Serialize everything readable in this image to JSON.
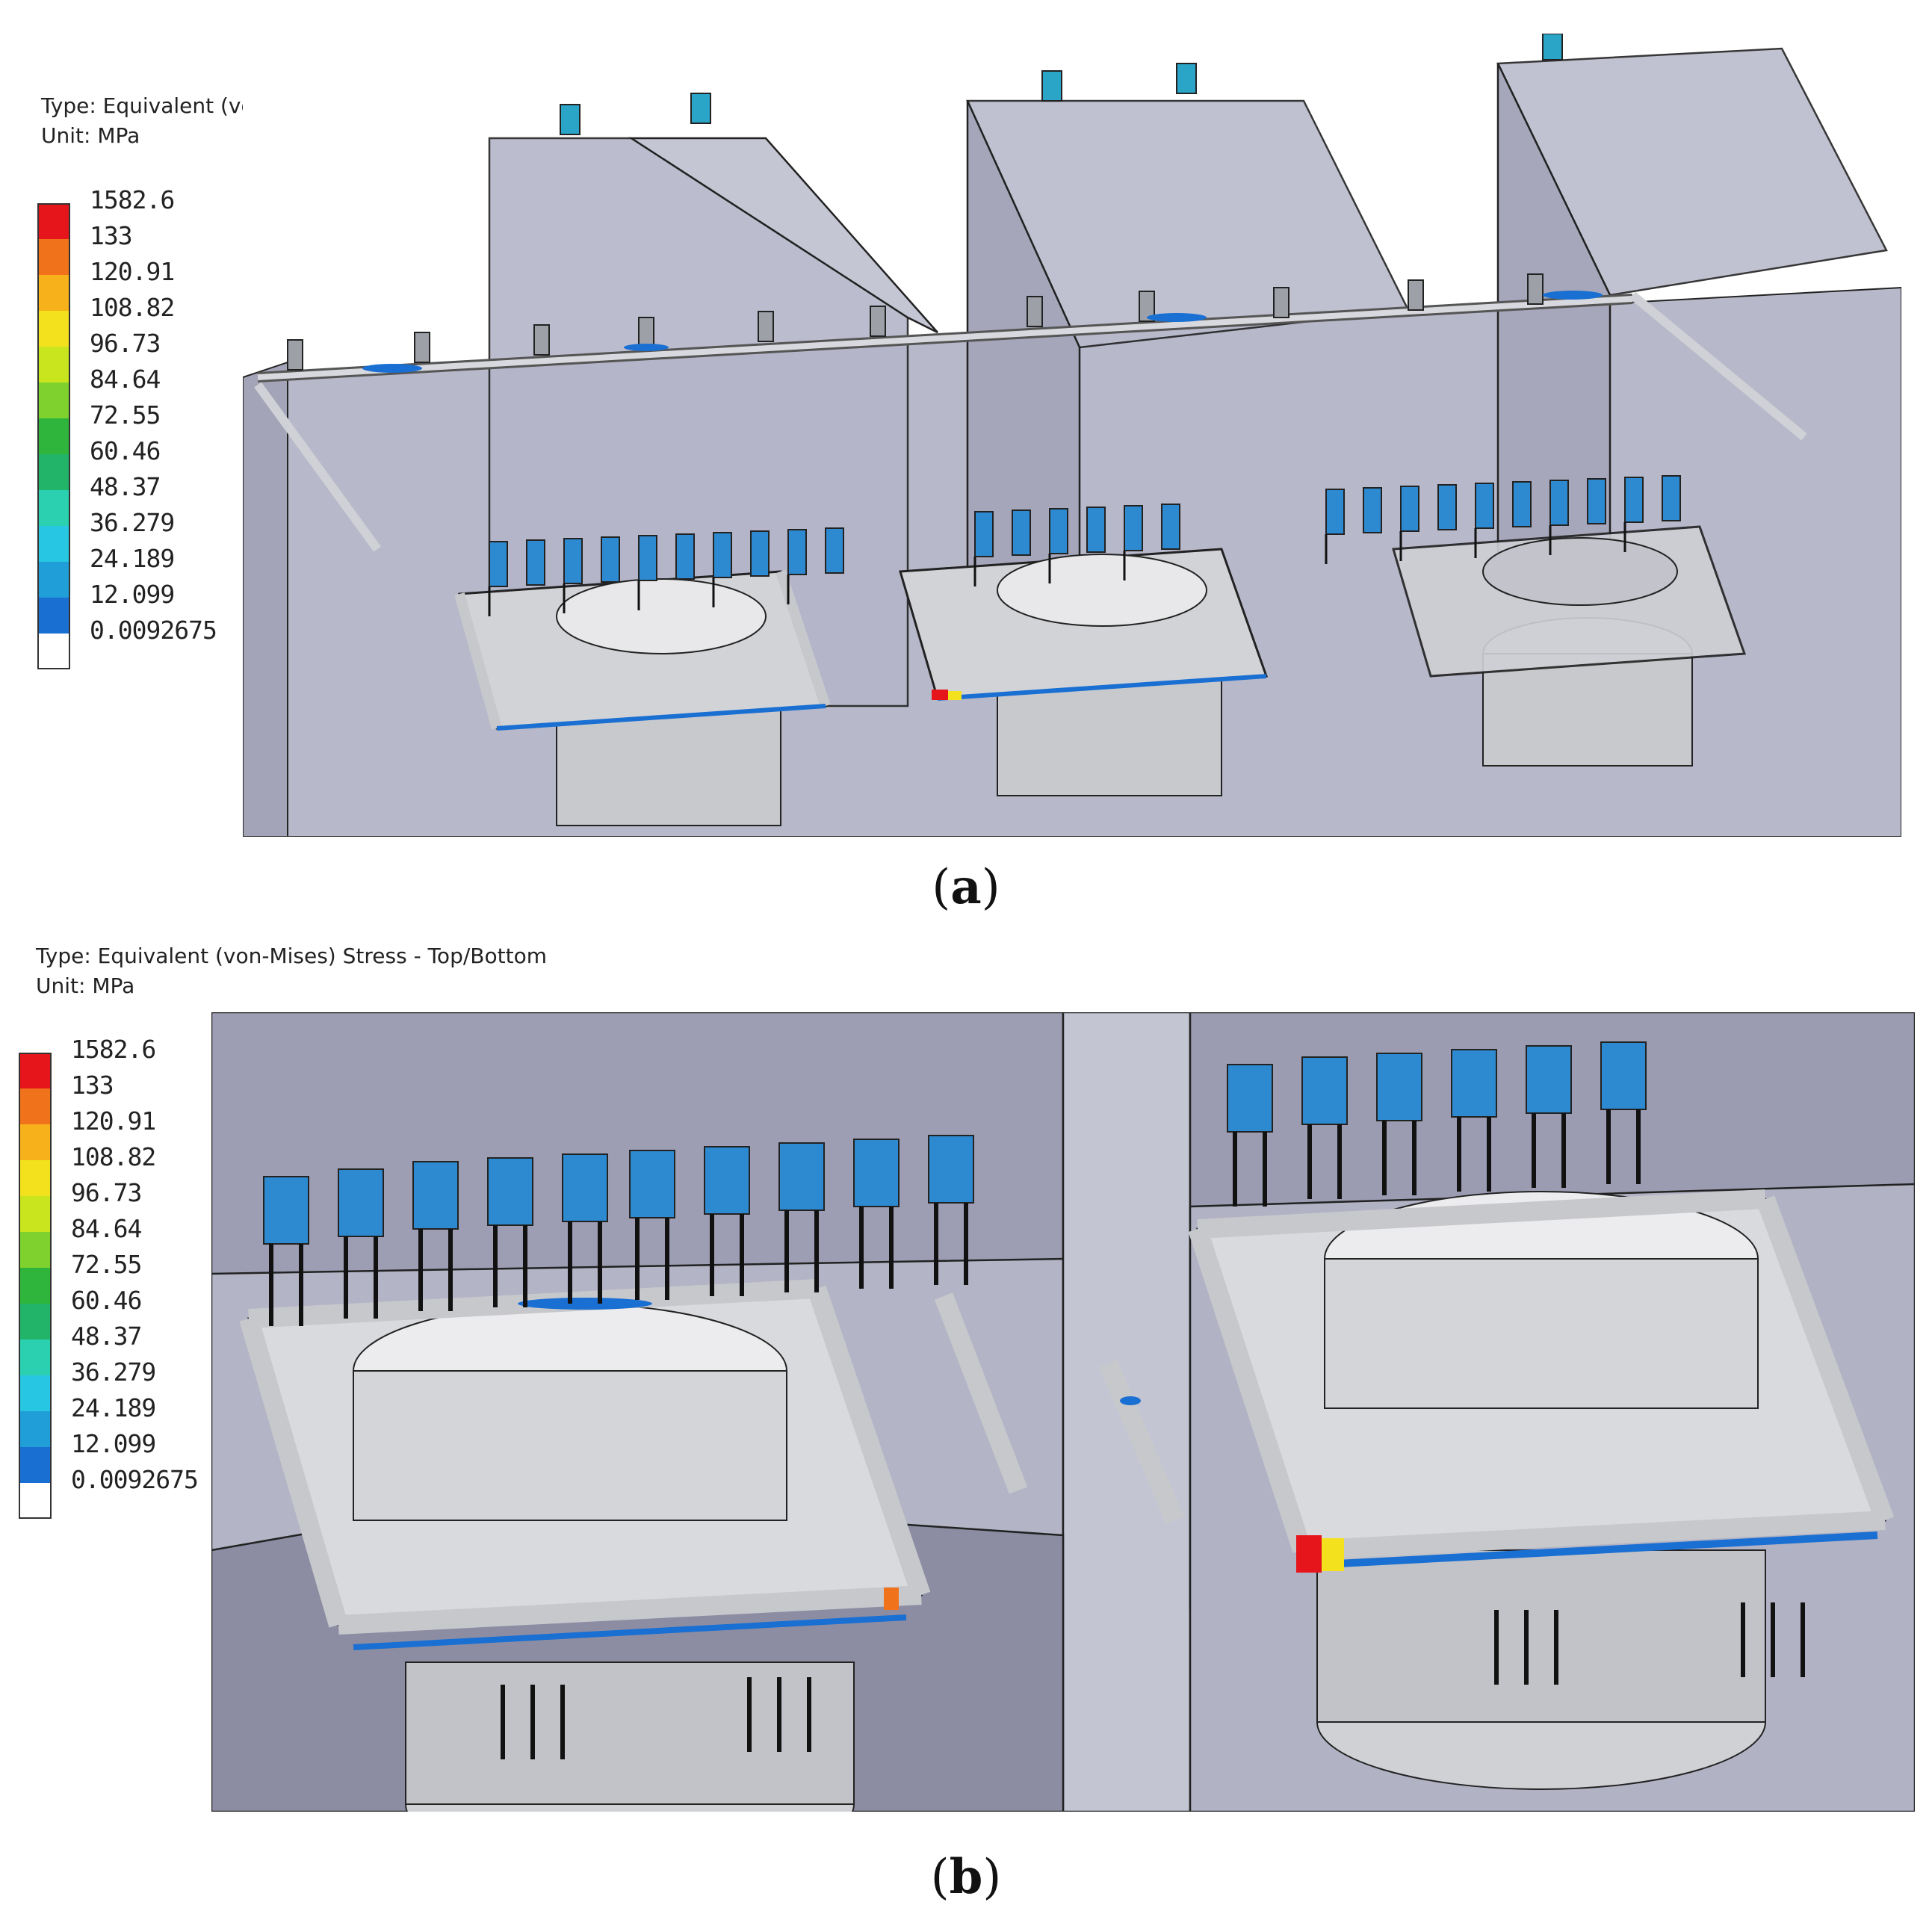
{
  "panels": [
    {
      "id": "a",
      "caption_open": "(",
      "caption_letter": "a",
      "caption_close": ")",
      "result_type": "Type: Equivalent (von-Mises) Stress - Top/Bottom",
      "unit": "Unit: MPa"
    },
    {
      "id": "b",
      "caption_open": "(",
      "caption_letter": "b",
      "caption_close": ")",
      "result_type": "Type: Equivalent (von-Mises) Stress - Top/Bottom",
      "unit": "Unit: MPa"
    }
  ],
  "legend": {
    "labels": [
      "1582.6",
      "133",
      "120.91",
      "108.82",
      "96.73",
      "84.64",
      "72.55",
      "60.46",
      "48.37",
      "36.279",
      "24.189",
      "12.099",
      "0.0092675"
    ],
    "colors": [
      "#e6151b",
      "#f0731b",
      "#f7b11b",
      "#f3e11e",
      "#c8e51e",
      "#7fd22e",
      "#30b53c",
      "#22b569",
      "#2bd0b0",
      "#27c6e2",
      "#1f9ed8",
      "#1a6fd2",
      "#ffffff"
    ]
  },
  "colors": {
    "enclosure_face": "#a9aabd",
    "enclosure_dark": "#8e8fa5",
    "enclosure_light": "#c3c4d2",
    "pipe": "#c9cacf",
    "low_stress": "#1a6fd2",
    "high_stress": "#e6151b"
  }
}
